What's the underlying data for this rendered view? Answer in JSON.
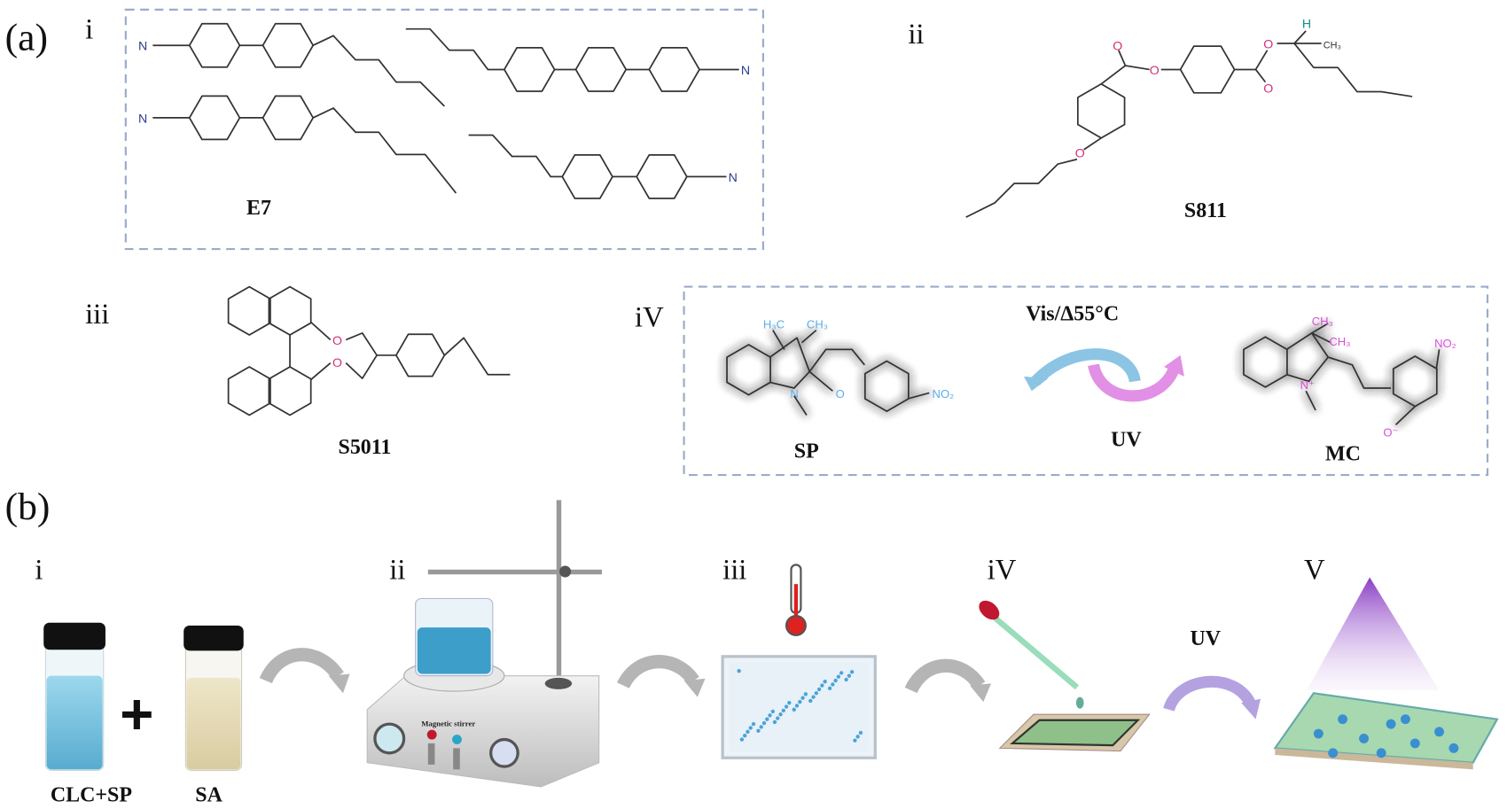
{
  "panel_a": {
    "label": "(a)",
    "i": {
      "numeral": "i",
      "name": "E7",
      "atom_N": "N"
    },
    "ii": {
      "numeral": "ii",
      "name": "S811",
      "atom_O": "O",
      "atom_H": "H",
      "ch3": "CH₃"
    },
    "iii": {
      "numeral": "iii",
      "name": "S5011",
      "atom_O": "O"
    },
    "iv": {
      "numeral": "iV",
      "sp_label": "SP",
      "mc_label": "MC",
      "forward_condition": "Vis/Δ55°C",
      "reverse_condition": "UV",
      "sp_atoms": {
        "h3c": "H₃C",
        "ch3": "CH₃",
        "n": "N",
        "o": "O",
        "no2": "NO₂"
      },
      "mc_atoms": {
        "ch3a": "CH₃",
        "ch3b": "CH₃",
        "n": "N⁺",
        "o": "O⁻",
        "no2": "NO₂"
      },
      "sp_color": "#5aaee8",
      "mc_color": "#d94fd8"
    }
  },
  "panel_b": {
    "label": "(b)",
    "steps": [
      {
        "numeral": "i",
        "labels": [
          "CLC+SP",
          "SA"
        ]
      },
      {
        "numeral": "ii",
        "device_text": "Magnetic stirrer"
      },
      {
        "numeral": "iii"
      },
      {
        "numeral": "iV"
      },
      {
        "numeral": "V"
      }
    ],
    "uv_label": "UV",
    "plus": "+"
  }
}
